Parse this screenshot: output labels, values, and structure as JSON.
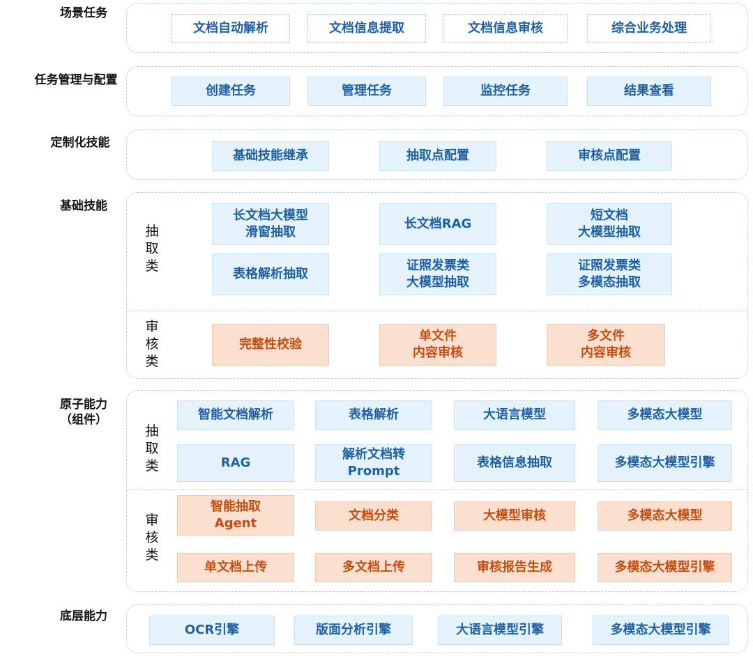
{
  "layers": {
    "scenario": {
      "label": "场景任务",
      "items": [
        "文档自动解析",
        "文档信息提取",
        "文档信息审核",
        "综合业务处理"
      ]
    },
    "task_mgmt": {
      "label": "任务管理与配置",
      "items": [
        "创建任务",
        "管理任务",
        "监控任务",
        "结果查看"
      ]
    },
    "custom_skill": {
      "label": "定制化技能",
      "items": [
        "基础技能继承",
        "抽取点配置",
        "审核点配置"
      ]
    },
    "base_skill": {
      "label": "基础技能",
      "extract_label": "抽\n取\n类",
      "audit_label": "审\n核\n类",
      "extract_items": [
        "长文档大模型\n滑窗抽取",
        "长文档RAG",
        "短文档\n大模型抽取",
        "表格解析抽取",
        "证照发票类\n大模型抽取",
        "证照发票类\n多模态抽取"
      ],
      "audit_items": [
        "完整性校验",
        "单文件\n内容审核",
        "多文件\n内容审核"
      ]
    },
    "atomic": {
      "label": "原子能力\n（组件）",
      "extract_label": "抽\n取\n类",
      "audit_label": "审\n核\n类",
      "extract_items": [
        "智能文档解析",
        "表格解析",
        "大语言模型",
        "多模态大模型",
        "RAG",
        "解析文档转\nPrompt",
        "表格信息抽取",
        "多模态大模型引擎"
      ],
      "audit_items": [
        "智能抽取\nAgent",
        "文档分类",
        "大模型审核",
        "多模态大模型",
        "单文档上传",
        "多文档上传",
        "审核报告生成",
        "多模态大模型引擎"
      ]
    },
    "bottom": {
      "label": "底层能力",
      "items": [
        "OCR引擎",
        "版面分析引擎",
        "大语言模型引擎",
        "多模态大模型引擎"
      ]
    }
  },
  "colors": {
    "panel_border": "#b7cfdd",
    "blue_fill": "#e4f3fc",
    "blue_text": "#1f5fa3",
    "orange_fill": "#fbdfcf",
    "orange_text": "#c54d12"
  }
}
